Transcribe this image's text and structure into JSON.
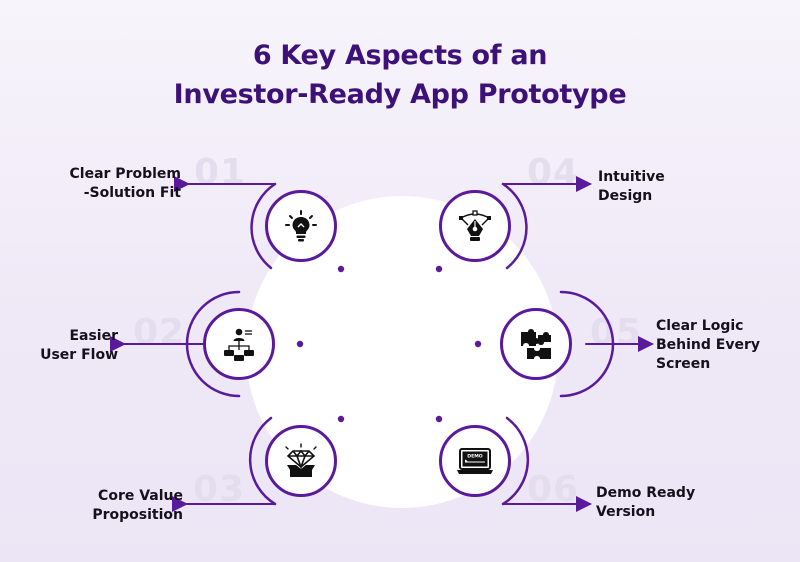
{
  "title": {
    "line1": "6 Key Aspects of an",
    "line2": "Investor-Ready App Prototype"
  },
  "colors": {
    "title": "#3d1178",
    "accent": "#5a1a9c",
    "number": "#e4dded",
    "label": "#14101c"
  },
  "aspects": [
    {
      "number": "01",
      "label_line1": "Clear Problem",
      "label_line2": "-Solution Fit",
      "icon": "lightbulb-icon"
    },
    {
      "number": "02",
      "label_line1": "Easier",
      "label_line2": "User Flow",
      "icon": "flowchart-icon"
    },
    {
      "number": "03",
      "label_line1": "Core Value",
      "label_line2": "Proposition",
      "icon": "diamond-box-icon"
    },
    {
      "number": "04",
      "label_line1": "Intuitive",
      "label_line2": "Design",
      "icon": "pen-tool-icon"
    },
    {
      "number": "05",
      "label_line1": "Clear Logic",
      "label_line2": "Behind Every",
      "label_line3": "Screen",
      "icon": "puzzle-icon"
    },
    {
      "number": "06",
      "label_line1": "Demo Ready",
      "label_line2": "Version",
      "icon": "demo-screen-icon",
      "screen_text": "DEMO"
    }
  ]
}
